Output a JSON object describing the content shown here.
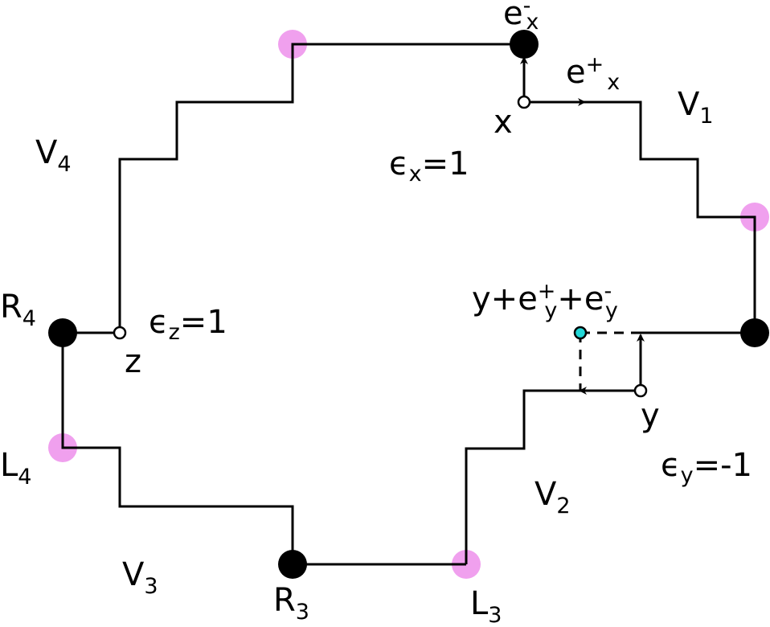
{
  "colors": {
    "line": "#000000",
    "corner_marker": "#f0a0ee",
    "special_point": "#22d8d8",
    "background": "#ffffff"
  },
  "region_labels": [
    {
      "id": "v1",
      "base": "V",
      "sub": "1"
    },
    {
      "id": "v2",
      "base": "V",
      "sub": "2"
    },
    {
      "id": "v3",
      "base": "V",
      "sub": "3"
    },
    {
      "id": "v4",
      "base": "V",
      "sub": "4"
    }
  ],
  "vertex_labels": {
    "r4": {
      "base": "R",
      "sub": "4"
    },
    "l4": {
      "base": "L",
      "sub": "4"
    },
    "r3": {
      "base": "R",
      "sub": "3"
    },
    "l3": {
      "base": "L",
      "sub": "3"
    }
  },
  "point_labels": {
    "x": "x",
    "y": "y",
    "z": "z"
  },
  "vector_labels": {
    "e_minus_x": {
      "base": "e",
      "sup": "-",
      "sub": "x"
    },
    "e_plus_x": {
      "base": "e",
      "sup": "+",
      "sub": "x"
    }
  },
  "sign_labels": {
    "eps_x": {
      "base": "ϵ",
      "sub": "x",
      "rest": "=1"
    },
    "eps_y": {
      "base": "ϵ",
      "sub": "y",
      "rest": "=-1"
    },
    "eps_z": {
      "base": "ϵ",
      "sub": "z",
      "rest": "=1"
    }
  },
  "sum_label": {
    "part1": "y+e",
    "sup1": "+",
    "sub1": "y",
    "part2": "+e",
    "sup2": "-",
    "sub2": "y"
  }
}
